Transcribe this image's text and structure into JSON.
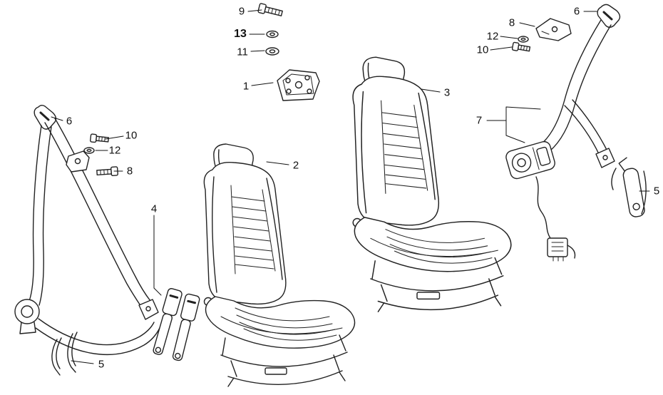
{
  "colors": {
    "background": "#ffffff",
    "line": "#222222",
    "text": "#111111"
  },
  "diagram": {
    "type": "parts-diagram",
    "callouts": [
      {
        "label": "9"
      },
      {
        "label": "13"
      },
      {
        "label": "11"
      },
      {
        "label": "1"
      },
      {
        "label": "6"
      },
      {
        "label": "10"
      },
      {
        "label": "12"
      },
      {
        "label": "8"
      },
      {
        "label": "4"
      },
      {
        "label": "5"
      },
      {
        "label": "2"
      },
      {
        "label": "3"
      },
      {
        "label": "8"
      },
      {
        "label": "12"
      },
      {
        "label": "10"
      },
      {
        "label": "6"
      },
      {
        "label": "7"
      },
      {
        "label": "5"
      }
    ]
  }
}
